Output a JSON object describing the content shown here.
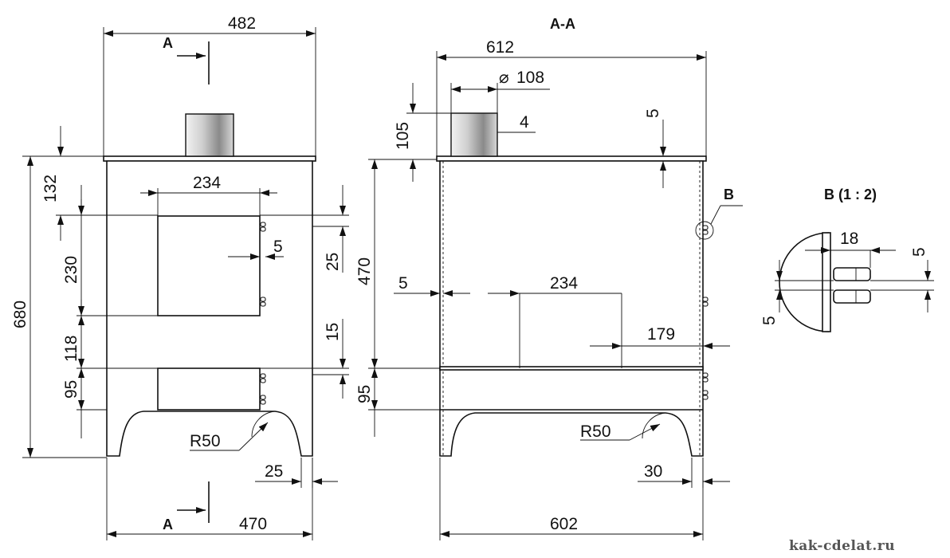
{
  "front_view": {
    "dims": {
      "overall_width": "482",
      "inner_width": "470",
      "height_total": "680",
      "top_offset": "132",
      "door_height": "230",
      "gap_between": "118",
      "ash_height": "95",
      "door_width": "234",
      "hinge_gap": "5",
      "door_right": "25",
      "ash_right": "15",
      "leg_radius": "R50",
      "leg_width": "25"
    },
    "section_mark": "A"
  },
  "section_view": {
    "title": "A-A",
    "dims": {
      "overall_depth": "612",
      "base_depth": "602",
      "pipe_diameter": "108",
      "pipe_height": "105",
      "pipe_wall": "4",
      "top_thickness": "5",
      "body_height": "470",
      "ash_height": "95",
      "wall_left": "5",
      "grate_width": "234",
      "grate_right": "179",
      "leg_radius": "R50",
      "leg_width": "30"
    },
    "callout": "B"
  },
  "detail_view": {
    "title": "B  (1 : 2)",
    "dims": {
      "hinge_length": "18",
      "hinge_right": "5",
      "hinge_left": "5"
    }
  },
  "watermark": "kak-cdelat.ru",
  "symbols": {
    "diameter": "⌀"
  }
}
